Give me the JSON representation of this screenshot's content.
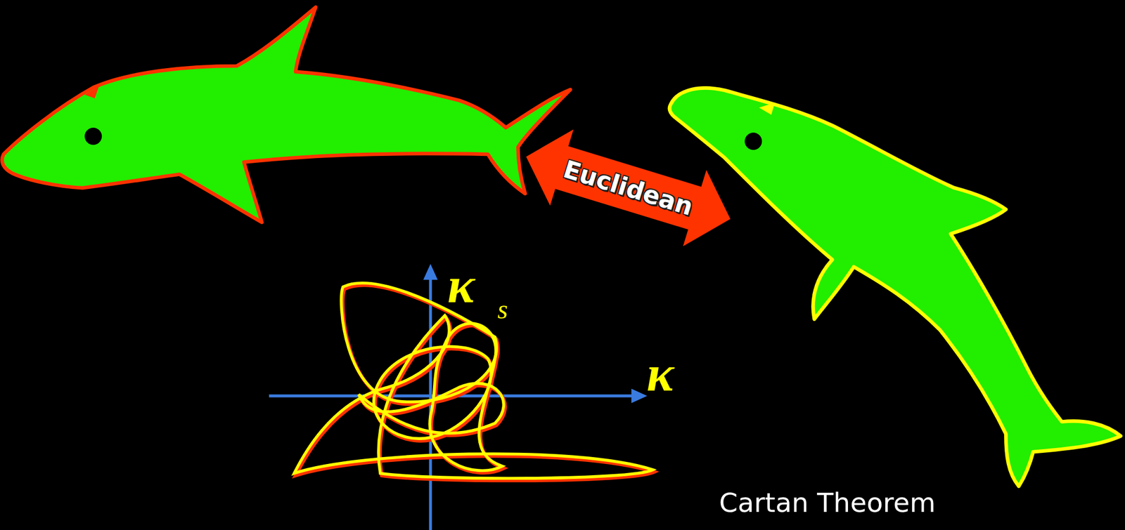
{
  "diagram": {
    "nodes": [
      {
        "text": [
          "Euclidean"
        ]
      }
    ],
    "labels": [
      "κ",
      "s",
      "κ",
      "Cartan Theorem"
    ]
  }
}
